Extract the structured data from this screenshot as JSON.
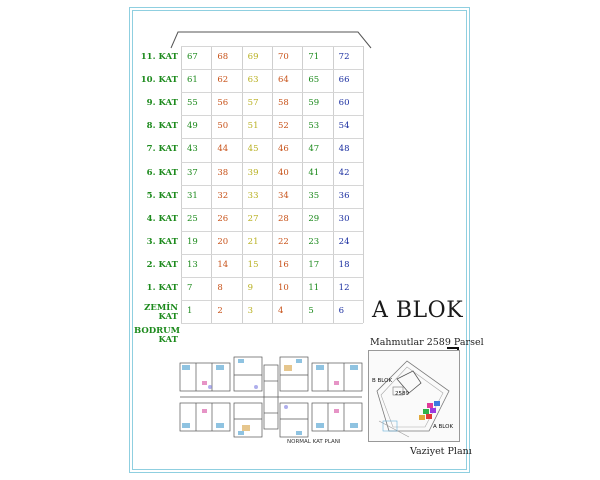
{
  "floors": [
    {
      "label": "11. KAT",
      "units": [
        "67",
        "68",
        "69",
        "70",
        "71",
        "72"
      ]
    },
    {
      "label": "10. KAT",
      "units": [
        "61",
        "62",
        "63",
        "64",
        "65",
        "66"
      ]
    },
    {
      "label": "9. KAT",
      "units": [
        "55",
        "56",
        "57",
        "58",
        "59",
        "60"
      ]
    },
    {
      "label": "8. KAT",
      "units": [
        "49",
        "50",
        "51",
        "52",
        "53",
        "54"
      ]
    },
    {
      "label": "7. KAT",
      "units": [
        "43",
        "44",
        "45",
        "46",
        "47",
        "48"
      ]
    },
    {
      "label": "6. KAT",
      "units": [
        "37",
        "38",
        "39",
        "40",
        "41",
        "42"
      ]
    },
    {
      "label": "5. KAT",
      "units": [
        "31",
        "32",
        "33",
        "34",
        "35",
        "36"
      ]
    },
    {
      "label": "4. KAT",
      "units": [
        "25",
        "26",
        "27",
        "28",
        "29",
        "30"
      ]
    },
    {
      "label": "3. KAT",
      "units": [
        "19",
        "20",
        "21",
        "22",
        "23",
        "24"
      ]
    },
    {
      "label": "2. KAT",
      "units": [
        "13",
        "14",
        "15",
        "16",
        "17",
        "18"
      ]
    },
    {
      "label": "1. KAT",
      "units": [
        "7",
        "8",
        "9",
        "10",
        "11",
        "12"
      ]
    },
    {
      "label": "ZEMİN KAT",
      "units": [
        "1",
        "2",
        "3",
        "4",
        "5",
        "6"
      ]
    },
    {
      "label": "BODRUM KAT",
      "units": []
    }
  ],
  "column_colors": [
    "#1c8a1c",
    "#c8531a",
    "#b8b020",
    "#c8531a",
    "#1c8a1c",
    "#1a2ea0"
  ],
  "label_color": "#1c8a1c",
  "block_title": "A BLOK",
  "parcel_text": "Mahmutlar 2589 Parsel",
  "floor_plan_caption": "NORMAL KAT PLANI",
  "site_plan_title": "Vaziyet Planı",
  "site_plan": {
    "block_a_label": "B BLOK",
    "parcel_number": "2589",
    "block_b_label": "A BLOK"
  }
}
